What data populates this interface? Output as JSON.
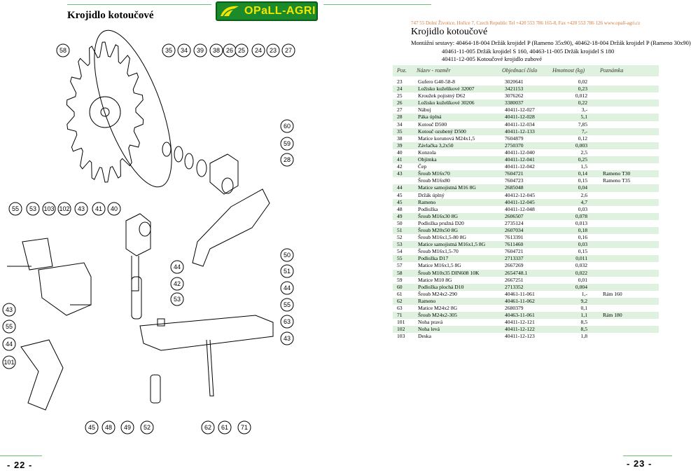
{
  "left_title": "Krojidlo kotoučové",
  "logo_text": "OPaLL-AGRI",
  "contact": "747 55  Dolní Životice, Hořice 7, Czech Republic   Tel  +420 553 786 165-8,   Fax  +420 553 786 126    www.opall-agri.cz",
  "right_title": "Krojidlo kotoučové",
  "assembly": [
    "Montážní sestavy: 40464-18-004 Držák krojidel P (Rameno 35x90), 40462-18-004 Držák krojidel P (Rameno 30x90)",
    "40461-11-005 Držák krojidel S 160, 40463-11-005 Držák krojidel S 180",
    "40411-12-005 Kotoučové krojidlo zubové"
  ],
  "table_header": {
    "pos": "Poz.",
    "name": "Název - rozměr",
    "code": "Objednací číslo",
    "mass": "Hmotnost (kg)",
    "note": "Poznámka"
  },
  "parts": [
    {
      "pos": "23",
      "name": "Gufero G40-58-8",
      "code": "3020641",
      "mass": "0,02",
      "note": ""
    },
    {
      "pos": "24",
      "name": "Ložisko kuželíkové 32007",
      "code": "3421153",
      "mass": "0,23",
      "note": ""
    },
    {
      "pos": "25",
      "name": "Kroužek pojistný D62",
      "code": "3076262",
      "mass": "0,012",
      "note": ""
    },
    {
      "pos": "26",
      "name": "Ložisko kuželíkové 30206",
      "code": "3380037",
      "mass": "0,22",
      "note": ""
    },
    {
      "pos": "27",
      "name": "Náboj",
      "code": "40411-12-027",
      "mass": "3,-",
      "note": ""
    },
    {
      "pos": "28",
      "name": "Páka úplná",
      "code": "40411-12-028",
      "mass": "5,1",
      "note": ""
    },
    {
      "pos": "34",
      "name": "Kotouč D500",
      "code": "40411-12-034",
      "mass": "7,85",
      "note": ""
    },
    {
      "pos": "35",
      "name": "Kotouč ozubený D500",
      "code": "40411-12-133",
      "mass": "7,-",
      "note": ""
    },
    {
      "pos": "38",
      "name": "Matice korunová M24x1,5",
      "code": "7604879",
      "mass": "0,12",
      "note": ""
    },
    {
      "pos": "39",
      "name": "Závlačka 3,2x50",
      "code": "2750370",
      "mass": "0,003",
      "note": ""
    },
    {
      "pos": "40",
      "name": "Konzola",
      "code": "40411-12-040",
      "mass": "2,5",
      "note": ""
    },
    {
      "pos": "41",
      "name": "Objímka",
      "code": "40411-12-041",
      "mass": "0,25",
      "note": ""
    },
    {
      "pos": "42",
      "name": "Čep",
      "code": "40411-12-042",
      "mass": "1,5",
      "note": ""
    },
    {
      "pos": "43",
      "name": "Šroub M16x70",
      "code": "7604721",
      "mass": "0,14",
      "note": "Rameno T30"
    },
    {
      "pos": "",
      "name": "Šroub M16x80",
      "code": "7604723",
      "mass": "0,15",
      "note": "Rameno T35"
    },
    {
      "pos": "44",
      "name": "Matice samojistná M16 8G",
      "code": "2685048",
      "mass": "0,04",
      "note": ""
    },
    {
      "pos": "45",
      "name": "Držák úplný",
      "code": "40412-12-045",
      "mass": "2,6",
      "note": ""
    },
    {
      "pos": "45",
      "name": "Rameno",
      "code": "40411-12-045",
      "mass": "4,7",
      "note": ""
    },
    {
      "pos": "48",
      "name": "Podložka",
      "code": "40411-12-048",
      "mass": "0,03",
      "note": ""
    },
    {
      "pos": "49",
      "name": "Šroub M16x30 8G",
      "code": "2606507",
      "mass": "0,078",
      "note": ""
    },
    {
      "pos": "50",
      "name": "Podložka pružná D20",
      "code": "2735124",
      "mass": "0,013",
      "note": ""
    },
    {
      "pos": "51",
      "name": "Šroub M20x50 8G",
      "code": "2607034",
      "mass": "0,18",
      "note": ""
    },
    {
      "pos": "52",
      "name": "Šroub M16x1,5-80 8G",
      "code": "7613391",
      "mass": "0,16",
      "note": ""
    },
    {
      "pos": "53",
      "name": "Matice samojistná M16x1,5 8G",
      "code": "7611460",
      "mass": "0,03",
      "note": ""
    },
    {
      "pos": "54",
      "name": "Šroub M16x1,5-70",
      "code": "7604721",
      "mass": "0,15",
      "note": ""
    },
    {
      "pos": "55",
      "name": "Podložka D17",
      "code": "2713337",
      "mass": "0,011",
      "note": ""
    },
    {
      "pos": "57",
      "name": "Matice M16x1,5 8G",
      "code": "2667269",
      "mass": "0,032",
      "note": ""
    },
    {
      "pos": "58",
      "name": "Šroub M10x35 DIN608 10K",
      "code": "2654748.1",
      "mass": "0,022",
      "note": ""
    },
    {
      "pos": "59",
      "name": "Matice M10 8G",
      "code": "2667251",
      "mass": "0,01",
      "note": ""
    },
    {
      "pos": "60",
      "name": "Podložka plochá D10",
      "code": "2713352",
      "mass": "0,004",
      "note": ""
    },
    {
      "pos": "61",
      "name": "Šroub M24x2-290",
      "code": "40461-11-061",
      "mass": "1,-",
      "note": "Rám 160"
    },
    {
      "pos": "62",
      "name": "Rameno",
      "code": "40461-11-062",
      "mass": "9,2",
      "note": ""
    },
    {
      "pos": "63",
      "name": "Matice M24x2 8G",
      "code": "2680379",
      "mass": "0,1",
      "note": ""
    },
    {
      "pos": "71",
      "name": "Šroub M24x2-305",
      "code": "40463-11-061",
      "mass": "1,1",
      "note": "Rám 180"
    },
    {
      "pos": "101",
      "name": "Noha pravá",
      "code": "40411-12-121",
      "mass": "8,5",
      "note": ""
    },
    {
      "pos": "102",
      "name": "Noha levá",
      "code": "40411-12-122",
      "mass": "8,5",
      "note": ""
    },
    {
      "pos": "103",
      "name": "Deska",
      "code": "40411-12-123",
      "mass": "1,8",
      "note": ""
    }
  ],
  "diagram_labels": {
    "top_row": [
      "58",
      "35",
      "34",
      "39",
      "38",
      "26",
      "25",
      "24",
      "23",
      "27"
    ],
    "right_col_1": [
      "60",
      "59",
      "28"
    ],
    "left_row": [
      "55",
      "53",
      "103",
      "102",
      "43",
      "41",
      "40"
    ],
    "mid_col": [
      "44",
      "42",
      "53"
    ],
    "right_col_2": [
      "50",
      "51",
      "44",
      "55",
      "63",
      "43"
    ],
    "left_col": [
      "43",
      "55",
      "44",
      "101"
    ],
    "bottom_row": [
      "45",
      "48",
      "49",
      "52",
      "62",
      "61",
      "71"
    ]
  },
  "page_left": "- 22 -",
  "page_right": "- 23 -"
}
